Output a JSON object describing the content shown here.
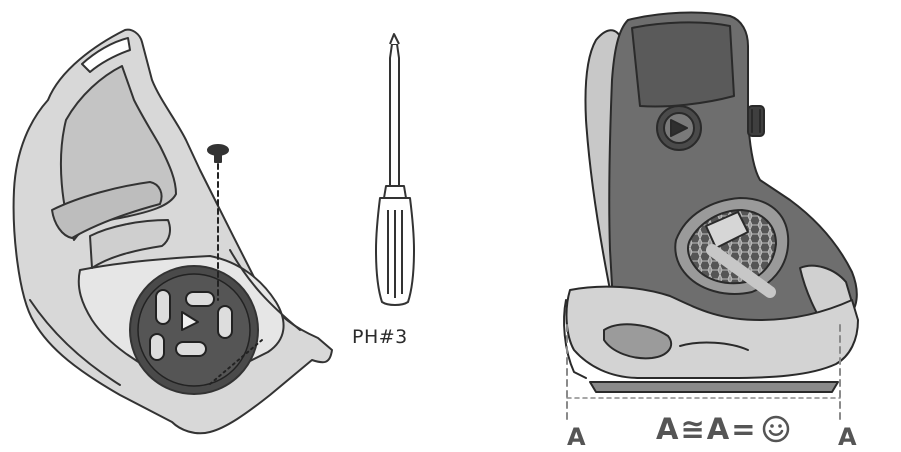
{
  "tool": {
    "label": "PH#3"
  },
  "measurement": {
    "left_marker": "A",
    "right_marker": "A",
    "equation_lhs": "A",
    "approx_symbol": "≅",
    "equation_rhs": "A",
    "equals_symbol": "=",
    "result_icon": "smiley-face-icon"
  },
  "colors": {
    "outline": "#333333",
    "binding_fill": "#c9c9c9",
    "binding_light": "#dedede",
    "boot_fill": "#6e6e6e",
    "boot_dark": "#4d4d4d",
    "board": "#8a8a8a"
  }
}
